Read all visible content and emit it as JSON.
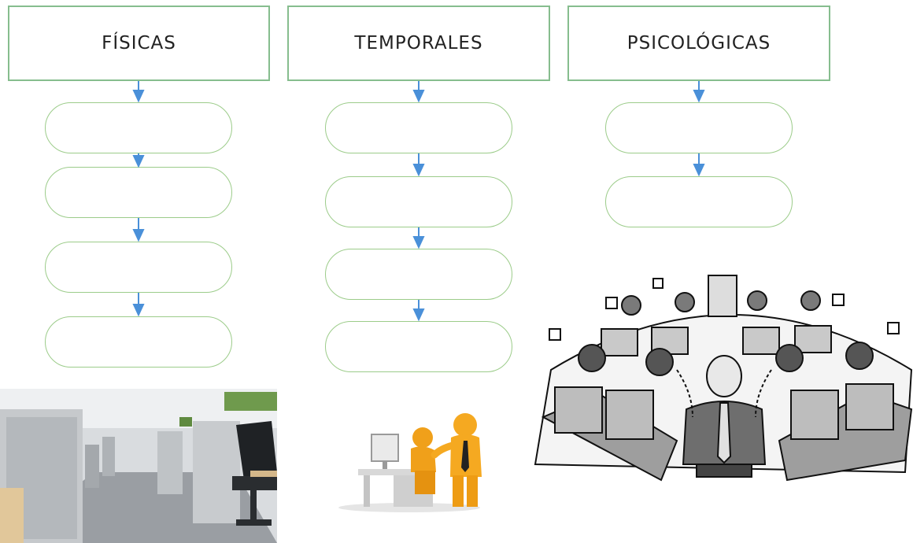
{
  "diagram": {
    "columns": [
      {
        "title": "FÍSICAS",
        "boxes": 4
      },
      {
        "title": "TEMPORALES",
        "boxes": 4
      },
      {
        "title": "PSICOLÓGICAS",
        "boxes": 2
      }
    ],
    "colors": {
      "header_border": "#86bd8e",
      "pill_border": "#9ccc8a",
      "arrow": "#4a90d9"
    }
  },
  "images": [
    {
      "name": "office-cubicles-photo"
    },
    {
      "name": "orange-figures-computer-illustration"
    },
    {
      "name": "chained-workers-cartoon"
    }
  ]
}
